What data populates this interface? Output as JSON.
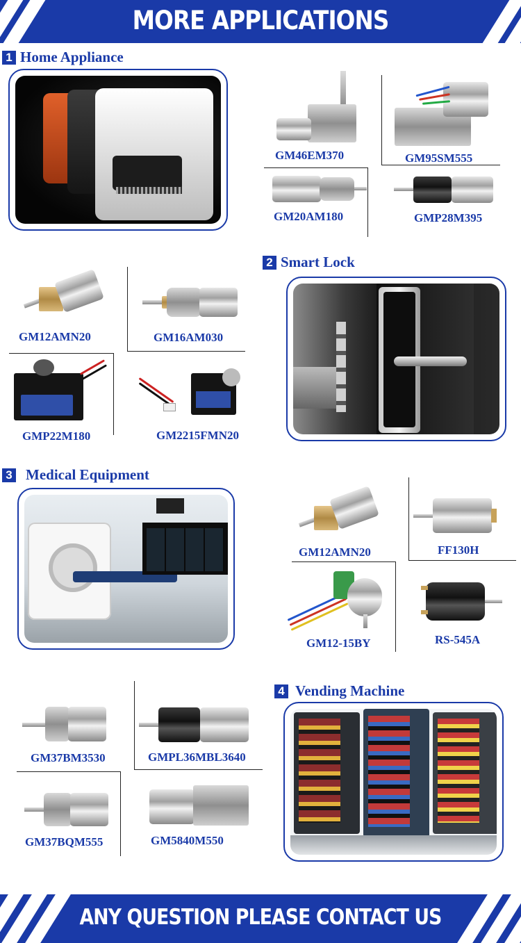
{
  "header": {
    "title": "MORE  APPLICATIONS"
  },
  "footer": {
    "title": "ANY QUESTION PLEASE CONTACT US"
  },
  "sections": [
    {
      "number": "1",
      "title": "Home Appliance"
    },
    {
      "number": "2",
      "title": "Smart Lock"
    },
    {
      "number": "3",
      "title": "Medical Equipment"
    },
    {
      "number": "4",
      "title": "Vending Machine"
    }
  ],
  "products": {
    "home": [
      "GM46EM370",
      "GM95SM555",
      "GM20AM180",
      "GMP28M395"
    ],
    "lock": [
      "GM12AMN20",
      "GM16AM030",
      "GMP22M180",
      "GM2215FMN20"
    ],
    "medical": [
      "GM12AMN20",
      "FF130H",
      "GM12-15BY",
      "RS-545A"
    ],
    "vending": [
      "GM37BM3530",
      "GMPL36MBL3640",
      "GM37BQM555",
      "GM5840M550"
    ]
  },
  "colors": {
    "brand_blue": "#1a3aa8",
    "white": "#ffffff"
  }
}
